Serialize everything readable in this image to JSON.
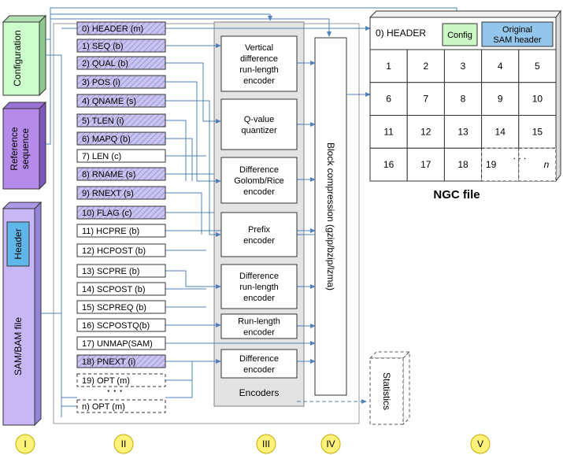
{
  "inputs": {
    "configuration": "Configuration",
    "reference": [
      "Reference",
      "sequence"
    ],
    "sam_header": "Header",
    "sam_file": "SAM/BAM file"
  },
  "streams": [
    {
      "label": "0) HEADER (m)",
      "style": "hatched"
    },
    {
      "label": "1) SEQ (b)",
      "style": "hatched"
    },
    {
      "label": "2) QUAL (b)",
      "style": "hatched"
    },
    {
      "label": "3) POS (i)",
      "style": "hatched"
    },
    {
      "label": "4) QNAME (s)",
      "style": "hatched"
    },
    {
      "label": "5) TLEN (i)",
      "style": "hatched"
    },
    {
      "label": "6) MAPQ (b)",
      "style": "hatched"
    },
    {
      "label": "7) LEN (c)",
      "style": "plain"
    },
    {
      "label": "8) RNAME (s)",
      "style": "hatched"
    },
    {
      "label": "9) RNEXT (s)",
      "style": "hatched"
    },
    {
      "label": "10) FLAG (c)",
      "style": "hatched"
    },
    {
      "label": "11) HCPRE (b)",
      "style": "plain"
    },
    {
      "label": "12) HCPOST (b)",
      "style": "plain"
    },
    {
      "label": "13) SCPRE (b)",
      "style": "plain"
    },
    {
      "label": "14) SCPOST (b)",
      "style": "plain"
    },
    {
      "label": "15) SCPREQ (b)",
      "style": "plain"
    },
    {
      "label": "16) SCPOSTQ(b)",
      "style": "plain"
    },
    {
      "label": "17) UNMAP(SAM)",
      "style": "plain"
    },
    {
      "label": "18) PNEXT (i)",
      "style": "hatched"
    },
    {
      "label": "19) OPT (m)",
      "style": "dashed"
    },
    {
      "label": "n) OPT (m)",
      "style": "dashed"
    }
  ],
  "streams_ellipsis": "· · ·",
  "encoders": [
    [
      "Vertical",
      "difference",
      "run-length",
      "encoder"
    ],
    [
      "Q-value",
      "quantizer"
    ],
    [
      "Difference",
      "Golomb/Rice",
      "encoder"
    ],
    [
      "Prefix",
      "encoder"
    ],
    [
      "Difference",
      "run-length",
      "encoder"
    ],
    [
      "Run-length",
      "encoder"
    ],
    [
      "Difference",
      "encoder"
    ]
  ],
  "encoders_caption": "Encoders",
  "block_compression": "Block compression (gzip/bzip/lzma)",
  "statistics": "Statistics",
  "ngc": {
    "header": "0) HEADER",
    "config": "Config",
    "original": [
      "Original",
      "SAM header"
    ],
    "cells": [
      [
        "1",
        "2",
        "3",
        "4",
        "5"
      ],
      [
        "6",
        "7",
        "8",
        "9",
        "10"
      ],
      [
        "11",
        "12",
        "13",
        "14",
        "15"
      ],
      [
        "16",
        "17",
        "18",
        "19",
        "n"
      ]
    ],
    "dots": ". . .",
    "caption": "NGC file"
  },
  "stages": [
    "I",
    "II",
    "III",
    "IV",
    "V"
  ],
  "colors": {
    "connector": "#4f81bd",
    "config_fill": "#ccffcc",
    "reference_fill": "#b48be8",
    "sam_fill": "#c7b7f5",
    "sam_header_fill": "#5fb6e8",
    "stream_hatch": "#c9c3ef",
    "encoders_panel": "#e3e3e3",
    "stage_circle": "#fff27a",
    "ngc_config": "#ccf5c6",
    "ngc_original": "#93c6ea"
  }
}
